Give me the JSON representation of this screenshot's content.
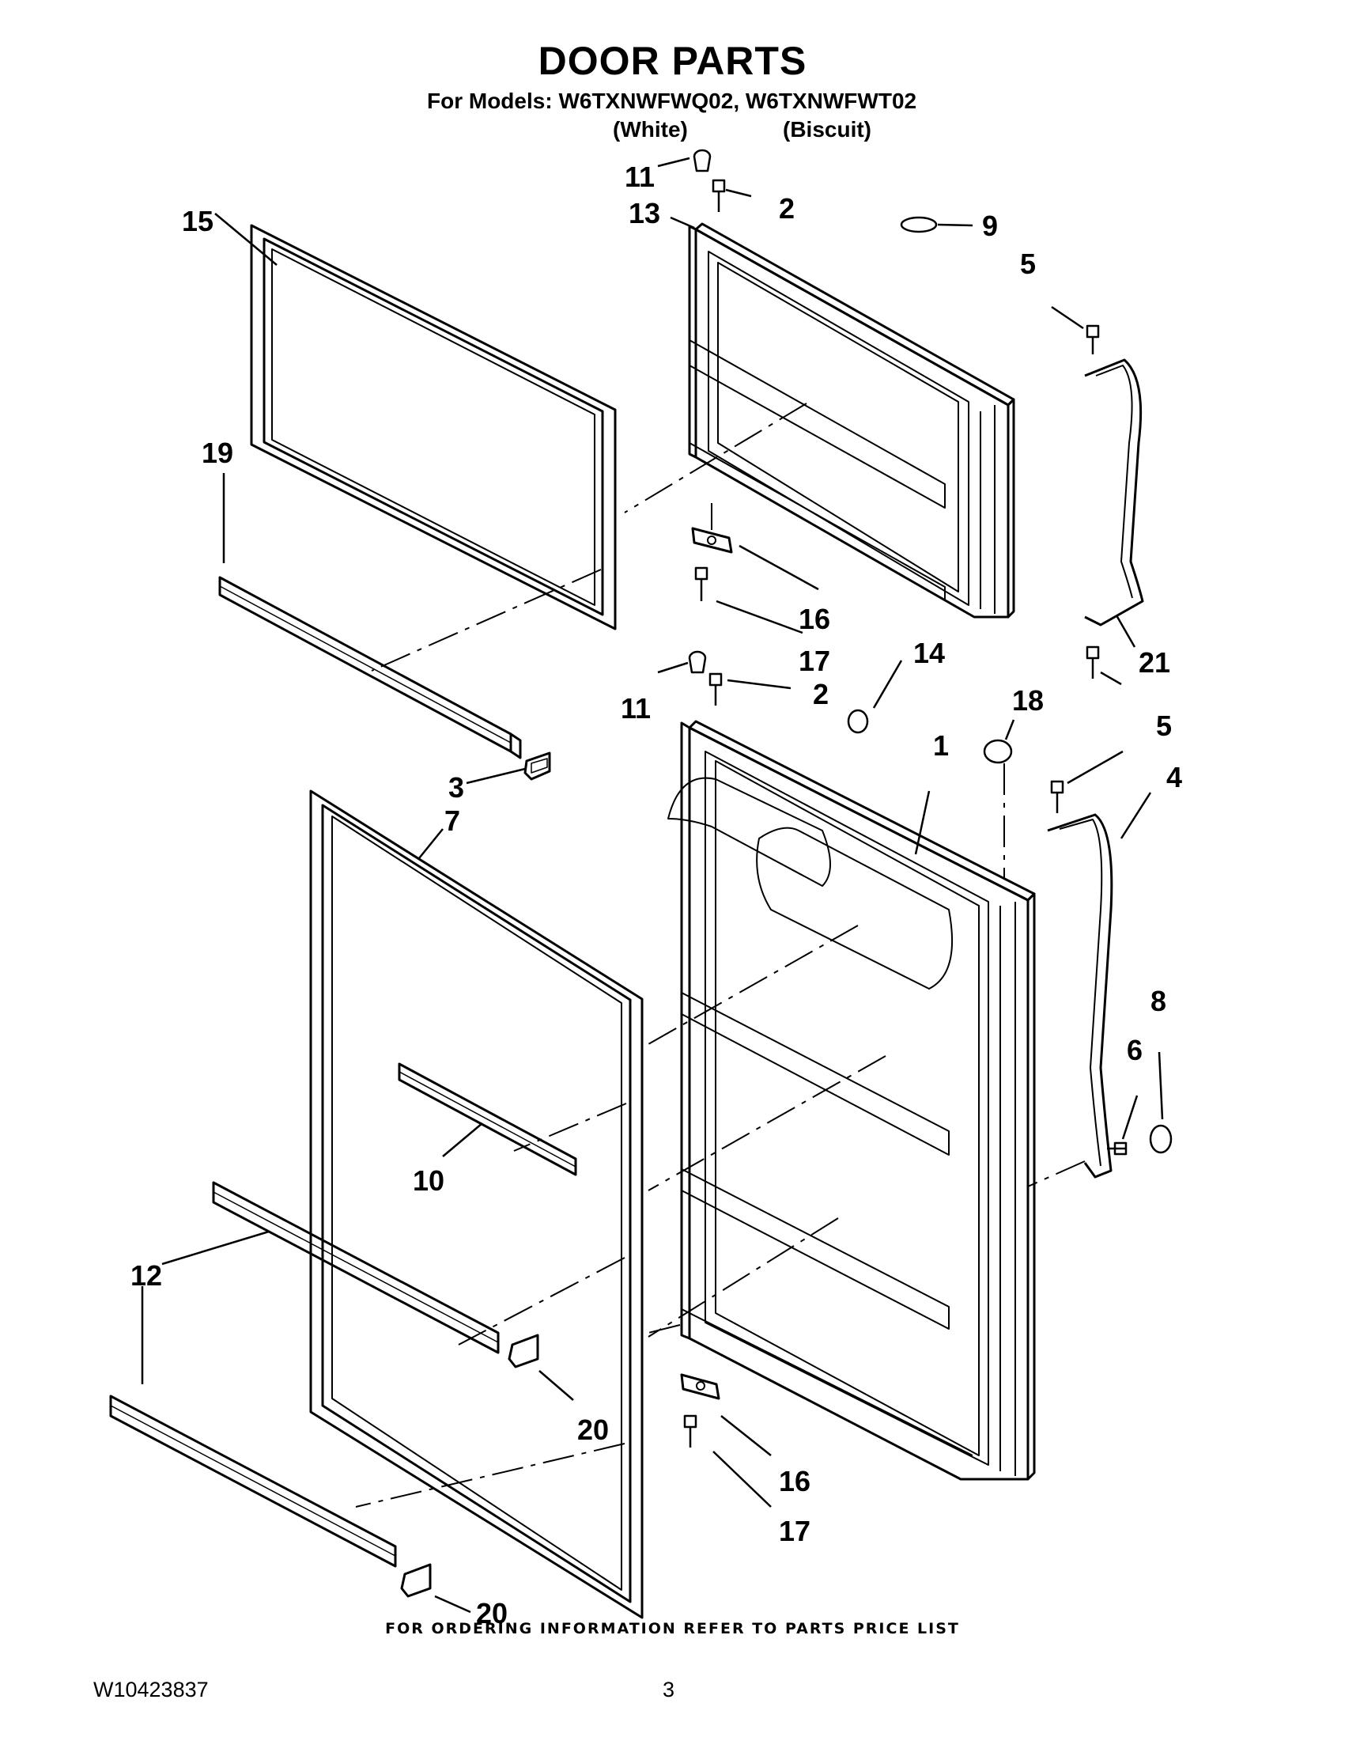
{
  "header": {
    "title": "DOOR PARTS",
    "models": "For Models: W6TXNWFWQ02, W6TXNWFWT02",
    "color_white": "(White)",
    "color_biscuit": "(Biscuit)"
  },
  "callouts": [
    "1",
    "2",
    "2",
    "3",
    "4",
    "5",
    "5",
    "6",
    "7",
    "8",
    "9",
    "10",
    "11",
    "11",
    "12",
    "13",
    "14",
    "15",
    "16",
    "16",
    "17",
    "17",
    "18",
    "19",
    "20",
    "20",
    "21"
  ],
  "footer": {
    "ordering_note": "FOR ORDERING INFORMATION REFER TO PARTS PRICE LIST",
    "doc_number": "W10423837",
    "page_number": "3"
  }
}
